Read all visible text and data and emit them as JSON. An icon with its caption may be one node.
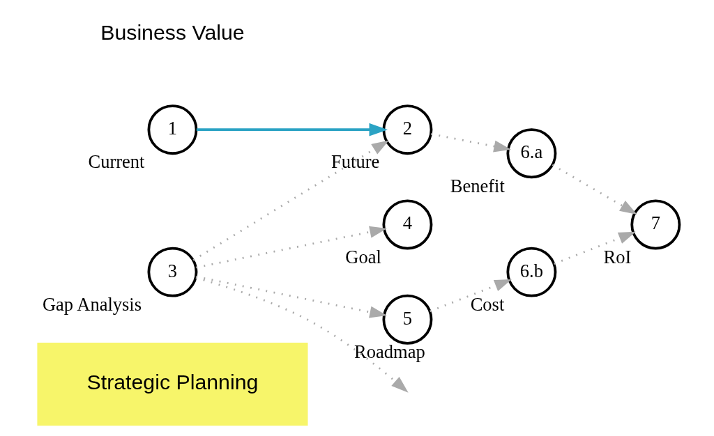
{
  "diagram": {
    "nodes": [
      {
        "text": [
          "Strategic Planning"
        ]
      },
      {
        "text": [
          "1"
        ],
        "beside": [
          "Current"
        ]
      },
      {
        "text": [
          "2"
        ],
        "beside": [
          "Future"
        ]
      },
      {
        "text": [
          "3"
        ],
        "beside": [
          "Gap Analysis"
        ]
      },
      {
        "text": [
          "4"
        ],
        "beside": [
          "Goal"
        ]
      },
      {
        "text": [
          "5"
        ],
        "beside": [
          "Roadmap"
        ]
      },
      {
        "text": [
          "6.a"
        ],
        "beside": [
          "Benefit"
        ]
      },
      {
        "text": [
          "6.b"
        ],
        "beside": [
          "Cost"
        ]
      },
      {
        "text": [
          "7"
        ],
        "beside": [
          "RoI"
        ]
      }
    ],
    "edges": [
      {
        "from": 1,
        "to": 2,
        "arrow": "to",
        "color": "#2ba3c4"
      },
      {
        "from": 3,
        "to": 2,
        "arrow": "to",
        "style": "dashed"
      },
      {
        "from": 3,
        "to": null,
        "arrow": "to",
        "style": "dashed"
      },
      {
        "from": 3,
        "to": 4,
        "arrow": "to",
        "style": "dashed"
      },
      {
        "from": 3,
        "to": 5,
        "arrow": "to",
        "style": "dashed"
      },
      {
        "from": 2,
        "to": 6,
        "arrow": "to",
        "style": "dashed"
      },
      {
        "from": 5,
        "to": 7,
        "arrow": "to",
        "style": "dashed"
      },
      {
        "from": 6,
        "to": 8,
        "arrow": "to",
        "style": "dashed"
      },
      {
        "from": 7,
        "to": 8,
        "arrow": "to",
        "style": "dashed"
      }
    ],
    "labels": [
      "Business Value"
    ]
  }
}
